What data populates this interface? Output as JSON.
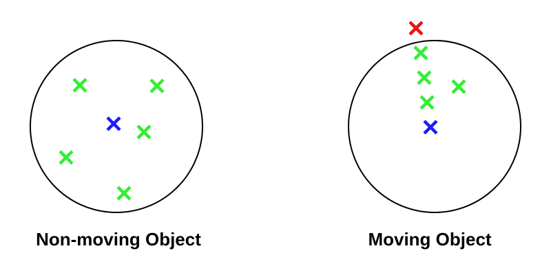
{
  "colors": {
    "neighbor": "#33ee33",
    "center": "#1a1aff",
    "outlier": "#ee1111",
    "outline": "#000000"
  },
  "panels": [
    {
      "id": "non-moving",
      "caption": "Non-moving Object",
      "center_mark": {
        "role": "center"
      },
      "marks": [
        {
          "role": "neighbor"
        },
        {
          "role": "neighbor"
        },
        {
          "role": "neighbor"
        },
        {
          "role": "neighbor"
        },
        {
          "role": "neighbor"
        },
        {
          "role": "center"
        }
      ]
    },
    {
      "id": "moving",
      "caption": "Moving Object",
      "marks": [
        {
          "role": "outlier"
        },
        {
          "role": "neighbor"
        },
        {
          "role": "neighbor"
        },
        {
          "role": "neighbor"
        },
        {
          "role": "neighbor"
        },
        {
          "role": "center"
        }
      ]
    }
  ]
}
